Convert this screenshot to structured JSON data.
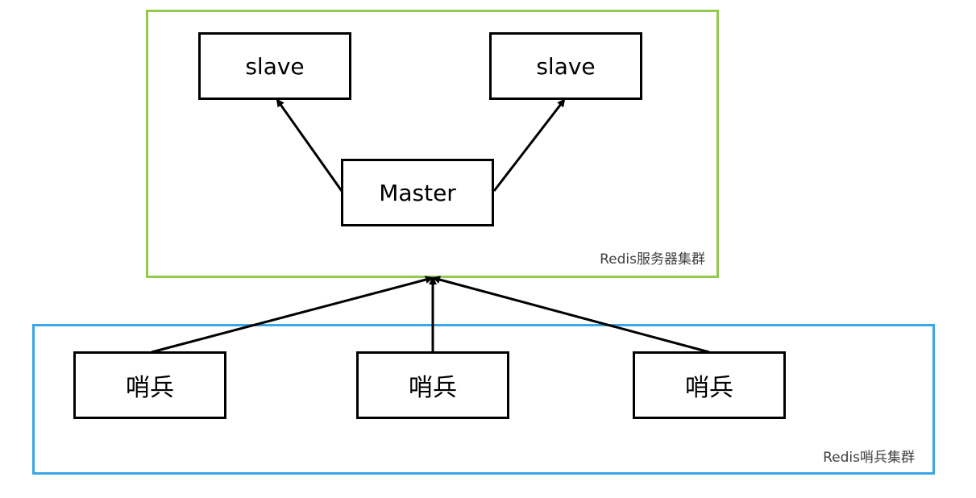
{
  "clusters": {
    "server": {
      "label": "Redis服务器集群",
      "border_color": "#92c94e"
    },
    "sentinel": {
      "label": "Redis哨兵集群",
      "border_color": "#3aa6e4"
    }
  },
  "nodes": {
    "slave_left": "slave",
    "slave_right": "slave",
    "master": "Master",
    "sentinel_1": "哨兵",
    "sentinel_2": "哨兵",
    "sentinel_3": "哨兵"
  },
  "edges": [
    {
      "from": "master",
      "to": "slave_left"
    },
    {
      "from": "master",
      "to": "slave_right"
    },
    {
      "from": "sentinel_1",
      "to": "server_cluster"
    },
    {
      "from": "sentinel_2",
      "to": "server_cluster"
    },
    {
      "from": "sentinel_3",
      "to": "server_cluster"
    }
  ]
}
